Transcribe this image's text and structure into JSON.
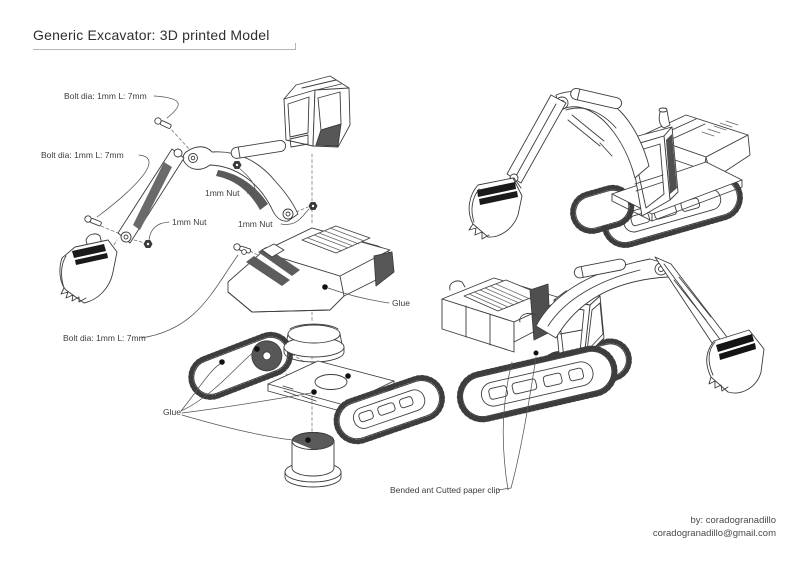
{
  "page": {
    "title": "Generic Excavator: 3D printed Model"
  },
  "annotations": {
    "bolt_dia_boom": "Bolt dia: 1mm L: 7mm",
    "bolt_dia_bucket": "Bolt dia: 1mm L: 7mm",
    "bolt_dia_body": "Bolt dia: 1mm L: 7mm",
    "nut_boom_pivot": "1mm Nut",
    "nut_stick": "1mm Nut",
    "nut_boom_lower": "1mm Nut",
    "glue_body": "Glue",
    "glue_undercarriage": "Glue",
    "paper_clip": "Bended ant Cutted paper clip"
  },
  "credits": {
    "author": "by: coradogranadillo",
    "email": "coradogranadillo@gmail.com"
  },
  "colors": {
    "ink": "#3d3d3d",
    "shade": "#4f4f4f",
    "dark_stripe": "#1a1a1a",
    "background": "#ffffff"
  }
}
